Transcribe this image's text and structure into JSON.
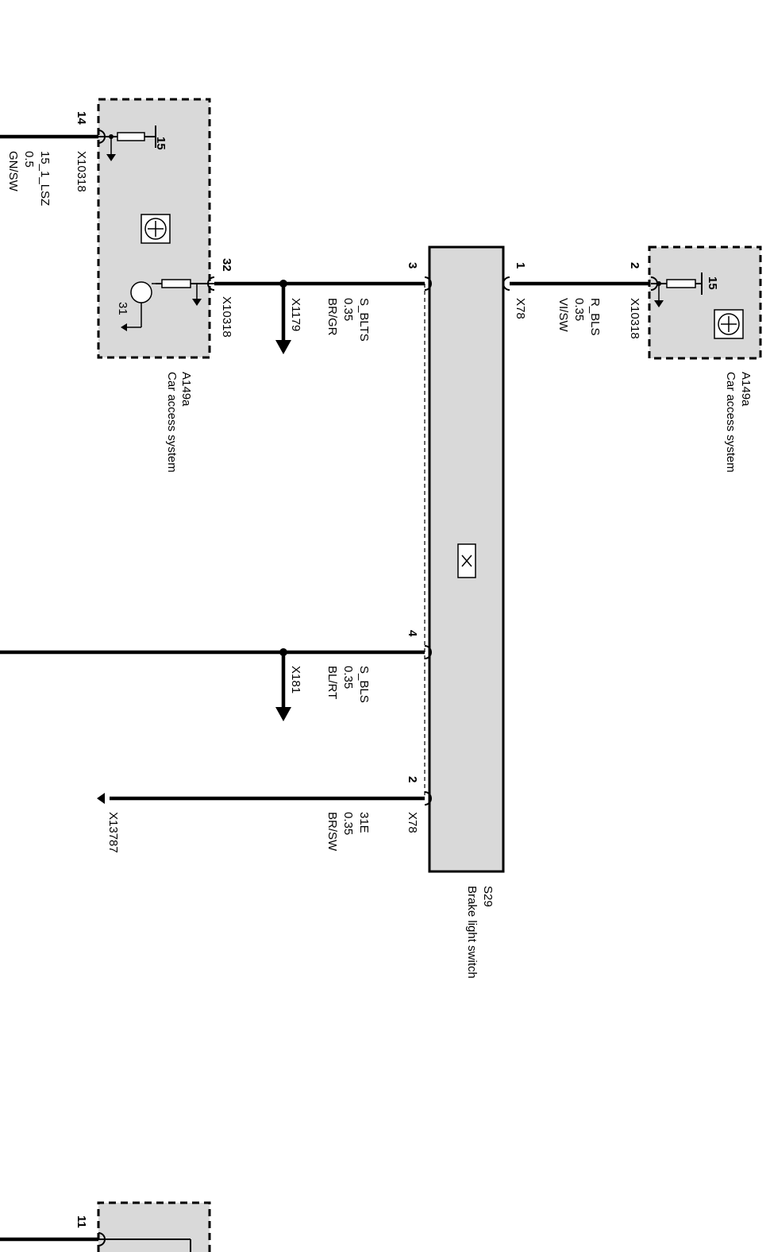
{
  "modules": {
    "a149a_left": {
      "id": "A149a",
      "name": "Car access system",
      "pin_top": "14",
      "pin_mid": "32",
      "conn_top": "X10318",
      "conn_mid": "X10318",
      "supply": "15",
      "ground": "31"
    },
    "a149a_right": {
      "id": "A149a",
      "name": "Car access system",
      "pin": "2",
      "conn": "X10318",
      "supply": "15"
    },
    "s29": {
      "id": "S29",
      "name": "Brake light switch"
    },
    "bottom_box": {
      "pin": "11"
    }
  },
  "wires": {
    "w15_1_lsz": {
      "signal": "15_1_LSZ",
      "gauge": "0.5",
      "color": "GN/SW"
    },
    "w_s_blts": {
      "signal": "S_BLTS",
      "gauge": "0.35",
      "color": "BR/GR",
      "splice": "X1179",
      "pin": "3"
    },
    "w_r_bls": {
      "signal": "R_BLS",
      "gauge": "0.35",
      "color": "VI/SW",
      "conn": "X78",
      "pin": "1"
    },
    "w_s_bls": {
      "signal": "S_BLS",
      "gauge": "0.35",
      "color": "BL/RT",
      "splice": "X181",
      "pin": "4"
    },
    "w_31e": {
      "signal": "31E",
      "gauge": "0.35",
      "color": "BR/SW",
      "conn": "X78",
      "ground": "X13787",
      "pin": "2"
    }
  }
}
